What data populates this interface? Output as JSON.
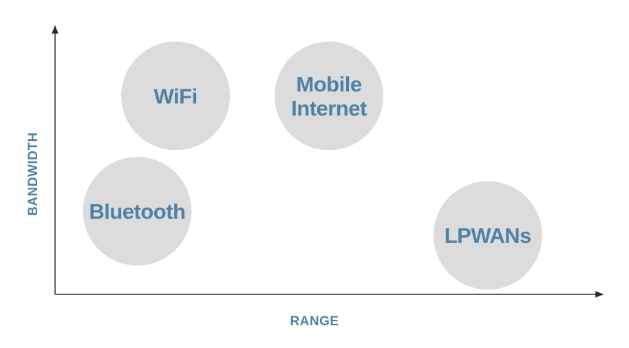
{
  "chart_data": {
    "type": "scatter",
    "xlabel": "RANGE",
    "ylabel": "BANDWIDTH",
    "points": [
      {
        "label": "WiFi",
        "x": 2.2,
        "y": 7.4
      },
      {
        "label": "Mobile Internet",
        "lines": [
          "Mobile",
          "Internet"
        ],
        "x": 5.0,
        "y": 7.4
      },
      {
        "label": "Bluetooth",
        "x": 1.5,
        "y": 3.1
      },
      {
        "label": "LPWANs",
        "x": 7.9,
        "y": 2.2
      }
    ],
    "xlim": [
      0,
      10
    ],
    "ylim": [
      0,
      10
    ],
    "grid": false,
    "colors": {
      "bubble": "#dcdcdc",
      "label": "#4f81a6",
      "axis": "#2b2b2b"
    }
  }
}
